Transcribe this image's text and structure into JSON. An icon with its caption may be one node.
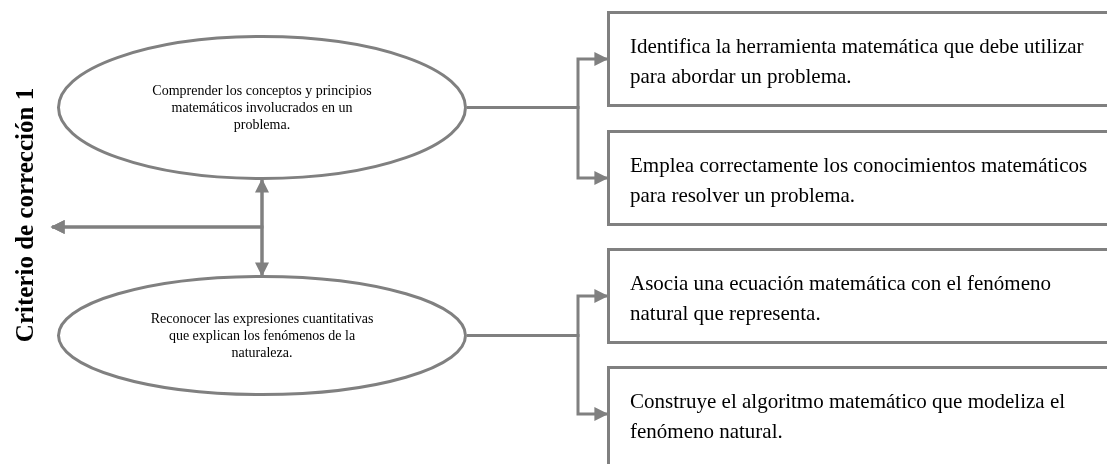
{
  "diagram": {
    "nodes": [
      {
        "text": [
          "Criterio de corrección 1"
        ]
      },
      {
        "text": [
          "Comprender los conceptos y principios matemáticos involucrados en un problema."
        ]
      },
      {
        "text": [
          "Reconocer las expresiones cuantitativas que explican los fenómenos de la naturaleza."
        ]
      },
      {
        "text": [
          "Identifica la herramienta matemática que debe utilizar para abordar un problema."
        ]
      },
      {
        "text": [
          "Emplea correctamente los conocimientos matemáticos para resolver un problema."
        ]
      },
      {
        "text": [
          "Asocia una ecuación matemática con el fenómeno natural que representa."
        ]
      },
      {
        "text": [
          "Construye el algoritmo matemático que modeliza el fenómeno natural."
        ]
      }
    ],
    "edges": [
      {
        "from": 1,
        "to": 2,
        "arrow": "both"
      },
      {
        "from": 1,
        "to": 0,
        "arrow": "to"
      },
      {
        "from": 2,
        "to": 0,
        "arrow": "to"
      },
      {
        "from": 1,
        "to": 3,
        "arrow": "to"
      },
      {
        "from": 1,
        "to": 4,
        "arrow": "to"
      },
      {
        "from": 2,
        "to": 5,
        "arrow": "to"
      },
      {
        "from": 2,
        "to": 6,
        "arrow": "to"
      }
    ]
  }
}
